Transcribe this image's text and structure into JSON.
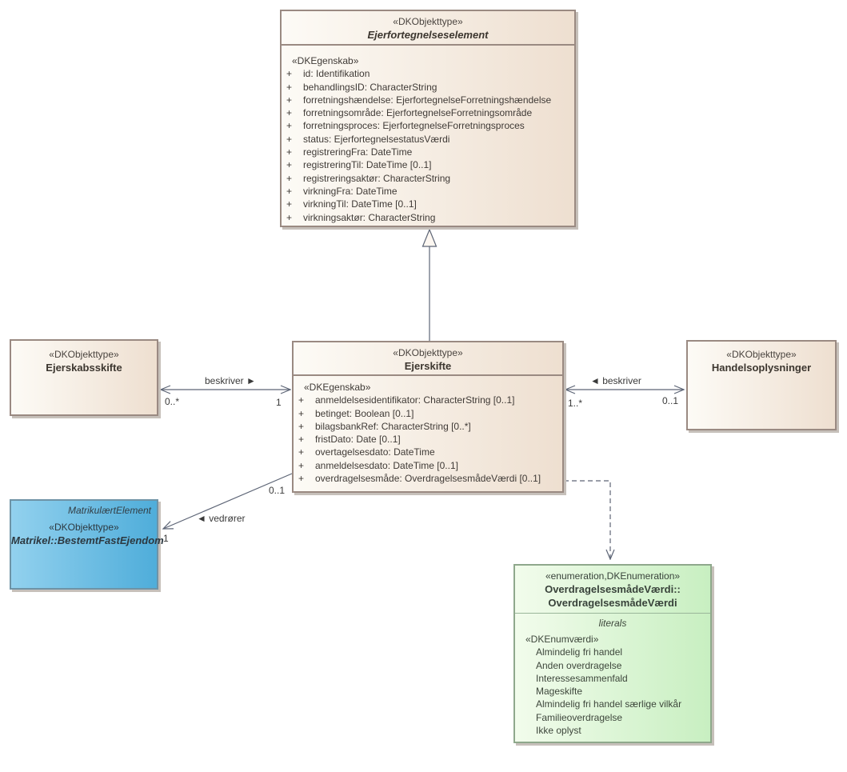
{
  "labels": {
    "plus": "+"
  },
  "classes": {
    "ejerfortegnelseselement": {
      "stereotype": "«DKObjekttype»",
      "name": "Ejerfortegnelseselement",
      "attr_stereotype": "«DKEgenskab»",
      "attributes": [
        "id: Identifikation",
        "behandlingsID: CharacterString",
        "forretningshændelse: EjerfortegnelseForretningshændelse",
        "forretningsområde: EjerfortegnelseForretningsområde",
        "forretningsproces: EjerfortegnelseForretningsproces",
        "status: EjerfortegnelsestatusVærdi",
        "registreringFra: DateTime",
        "registreringTil: DateTime [0..1]",
        "registreringsaktør: CharacterString",
        "virkningFra: DateTime",
        "virkningTil: DateTime [0..1]",
        "virkningsaktør: CharacterString"
      ]
    },
    "ejerskifte": {
      "stereotype": "«DKObjekttype»",
      "name": "Ejerskifte",
      "attr_stereotype": "«DKEgenskab»",
      "attributes": [
        "anmeldelsesidentifikator: CharacterString [0..1]",
        "betinget: Boolean [0..1]",
        "bilagsbankRef: CharacterString [0..*]",
        "fristDato: Date [0..1]",
        "overtagelsesdato: DateTime",
        "anmeldelsesdato: DateTime [0..1]",
        "overdragelsesmåde: OverdragelsesmådeVærdi [0..1]"
      ]
    },
    "ejerskabsskifte": {
      "stereotype": "«DKObjekttype»",
      "name": "Ejerskabsskifte"
    },
    "handelsoplysninger": {
      "stereotype": "«DKObjekttype»",
      "name": "Handelsoplysninger"
    },
    "bestemtfastejendom": {
      "parent": "MatrikulærtElement",
      "stereotype": "«DKObjekttype»",
      "name": "Matrikel::BestemtFastEjendom"
    },
    "overdragelsesmaadevaerdi": {
      "stereotype": "«enumeration,DKEnumeration»",
      "name_line1": "OverdragelsesmådeVærdi::",
      "name_line2": "OverdragelsesmådeVærdi",
      "compartment_label": "literals",
      "literal_stereotype": "«DKEnumværdi»",
      "literals": [
        "Almindelig fri handel",
        "Anden overdragelse",
        "Interessesammenfald",
        "Mageskifte",
        "Almindelig fri handel særlige vilkår",
        "Familieoverdragelse",
        "Ikke oplyst"
      ]
    }
  },
  "associations": {
    "beskriver_left": {
      "name": "beskriver ►",
      "mult_source": "0..*",
      "mult_target": "1"
    },
    "beskriver_right": {
      "name": "◄ beskriver",
      "mult_source": "1..*",
      "mult_target": "0..1"
    },
    "vedroerer": {
      "name": "◄ vedrører",
      "mult_near_ejerskifte": "0..1",
      "mult_near_ejendom": "1"
    }
  },
  "colors": {
    "class_fill_light": "#fdfbf6",
    "class_fill_dark": "#eedfd0",
    "class_border": "#9a8a82",
    "blue_fill_light": "#92d1ee",
    "blue_fill_dark": "#4fadda",
    "green_fill_light": "#f2fcec",
    "green_fill_dark": "#c8efc1",
    "connector": "#5d6576",
    "shadow": "#c6c0ba"
  }
}
